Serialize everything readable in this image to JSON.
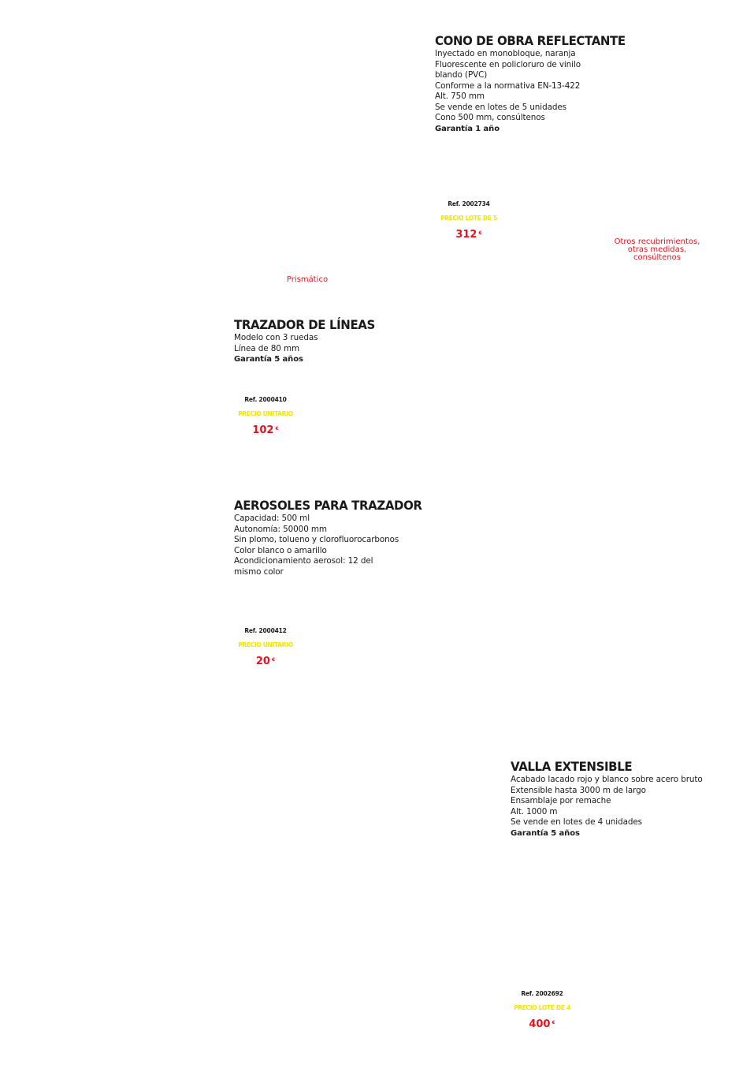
{
  "products": {
    "cono": {
      "title": "CONO DE OBRA REFLECTANTE",
      "lines": [
        "Inyectado en monobloque, naranja",
        "Fluorescente en policloruro de vinilo",
        "blando (PVC)",
        "Conforme a la normativa EN-13-422",
        "Alt. 750 mm",
        "Se vende en lotes de 5 unidades",
        "Cono 500 mm, consúltenos"
      ],
      "warranty": "Garantía 1 año",
      "ref": "Ref. 2002734",
      "price_label": "PRECIO LOTE DE 5",
      "price": "312",
      "currency": "€"
    },
    "trazador": {
      "title": "TRAZADOR DE LÍNEAS",
      "lines": [
        "Modelo con 3 ruedas",
        "Línea de 80 mm"
      ],
      "warranty": "Garantía 5 años",
      "ref": "Ref. 2000410",
      "price_label": "PRECIO UNITARIO",
      "price": "102",
      "currency": "€"
    },
    "aerosoles": {
      "title": "AEROSOLES PARA TRAZADOR",
      "lines": [
        "Capacidad: 500 ml",
        "Autonomía: 50000 mm",
        "Sin plomo, tolueno y clorofluorocarbonos",
        "Color blanco o amarillo",
        "Acondicionamiento aerosol: 12 del",
        "mismo color"
      ],
      "ref": "Ref. 2000412",
      "price_label": "PRECIO UNITARIO",
      "price": "20",
      "currency": "€"
    },
    "valla": {
      "title": "VALLA EXTENSIBLE",
      "lines": [
        "Acabado lacado rojo y blanco sobre acero bruto",
        "Extensible hasta 3000 m de largo",
        "Ensamblaje por remache",
        "Alt. 1000 m",
        "Se vende en lotes de 4 unidades"
      ],
      "warranty": "Garantía 5 años",
      "ref": "Ref. 2002692",
      "price_label": "PRECIO LOTE DE 4",
      "price": "400",
      "currency": "€"
    }
  },
  "notes": {
    "otros": [
      "Otros recubrimientos,",
      "otras medidas,",
      "consúltenos"
    ],
    "prismatico": "Prismático"
  },
  "colors": {
    "accent_red": "#e3141f",
    "label_yellow": "#f4e400",
    "text_dark": "#1a1a1a"
  }
}
